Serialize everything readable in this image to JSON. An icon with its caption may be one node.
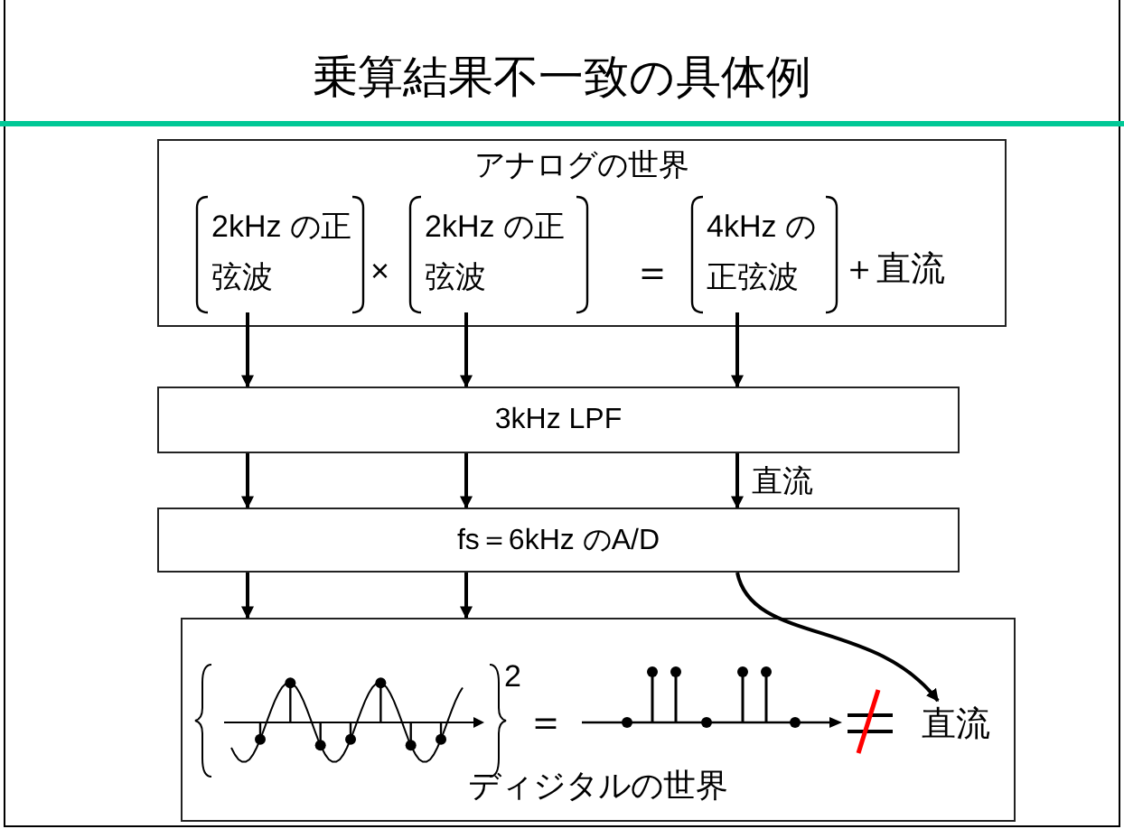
{
  "diagram": {
    "title": "乗算結果不一致の具体例",
    "nodes": [
      {
        "text": [
          "アナログの世界"
        ]
      },
      {
        "text": [
          "2kHz の正弦波"
        ],
        "in": 0
      },
      {
        "text": [
          "2kHz の正弦波"
        ],
        "in": 0
      },
      {
        "text": [
          "4kHz の正弦波"
        ],
        "in": 0
      },
      {
        "text": [
          "3kHz LPF"
        ]
      },
      {
        "text": [
          "fs＝6kHz のA/D"
        ]
      },
      {
        "text": [
          "ディジタルの世界"
        ]
      },
      {
        "text": [
          "直流"
        ],
        "in": 6
      }
    ],
    "edges": [
      {
        "from": 1,
        "to": 4,
        "arrow": "to"
      },
      {
        "from": 2,
        "to": 4,
        "arrow": "to"
      },
      {
        "from": 3,
        "to": 4,
        "arrow": "to"
      },
      {
        "from": 4,
        "to": 5,
        "arrow": "to"
      },
      {
        "from": 4,
        "to": 5,
        "arrow": "to"
      },
      {
        "from": 4,
        "to": 5,
        "arrow": "to",
        "label": "直流"
      },
      {
        "from": 5,
        "to": 6,
        "arrow": "to"
      },
      {
        "from": 5,
        "to": 6,
        "arrow": "to"
      },
      {
        "from": 5,
        "to": 7,
        "arrow": "to"
      }
    ],
    "labels": [
      "×",
      "＝",
      "＋直流",
      "2",
      "＝"
    ]
  }
}
